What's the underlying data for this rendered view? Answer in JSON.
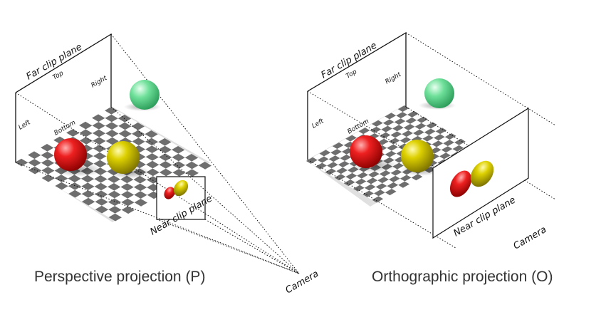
{
  "perspective": {
    "caption": "Perspective projection (P)",
    "far_clip_label": "Far clip plane",
    "near_clip_label": "Near clip plane",
    "top_label": "Top",
    "right_label": "Right",
    "left_label": "Left",
    "bottom_label": "Bottom",
    "camera_label": "Camera"
  },
  "orthographic": {
    "caption": "Orthographic projection (O)",
    "far_clip_label": "Far clip plane",
    "near_clip_label": "Near clip plane",
    "top_label": "Top",
    "right_label": "Right",
    "left_label": "Left",
    "bottom_label": "Bottom",
    "camera_label": "Camera"
  },
  "colors": {
    "red_sphere": "#e01818",
    "yellow_sphere": "#d6c800",
    "green_sphere": "#5fd98a",
    "checker_dark": "#6e6e6e",
    "checker_light": "#ffffff"
  }
}
